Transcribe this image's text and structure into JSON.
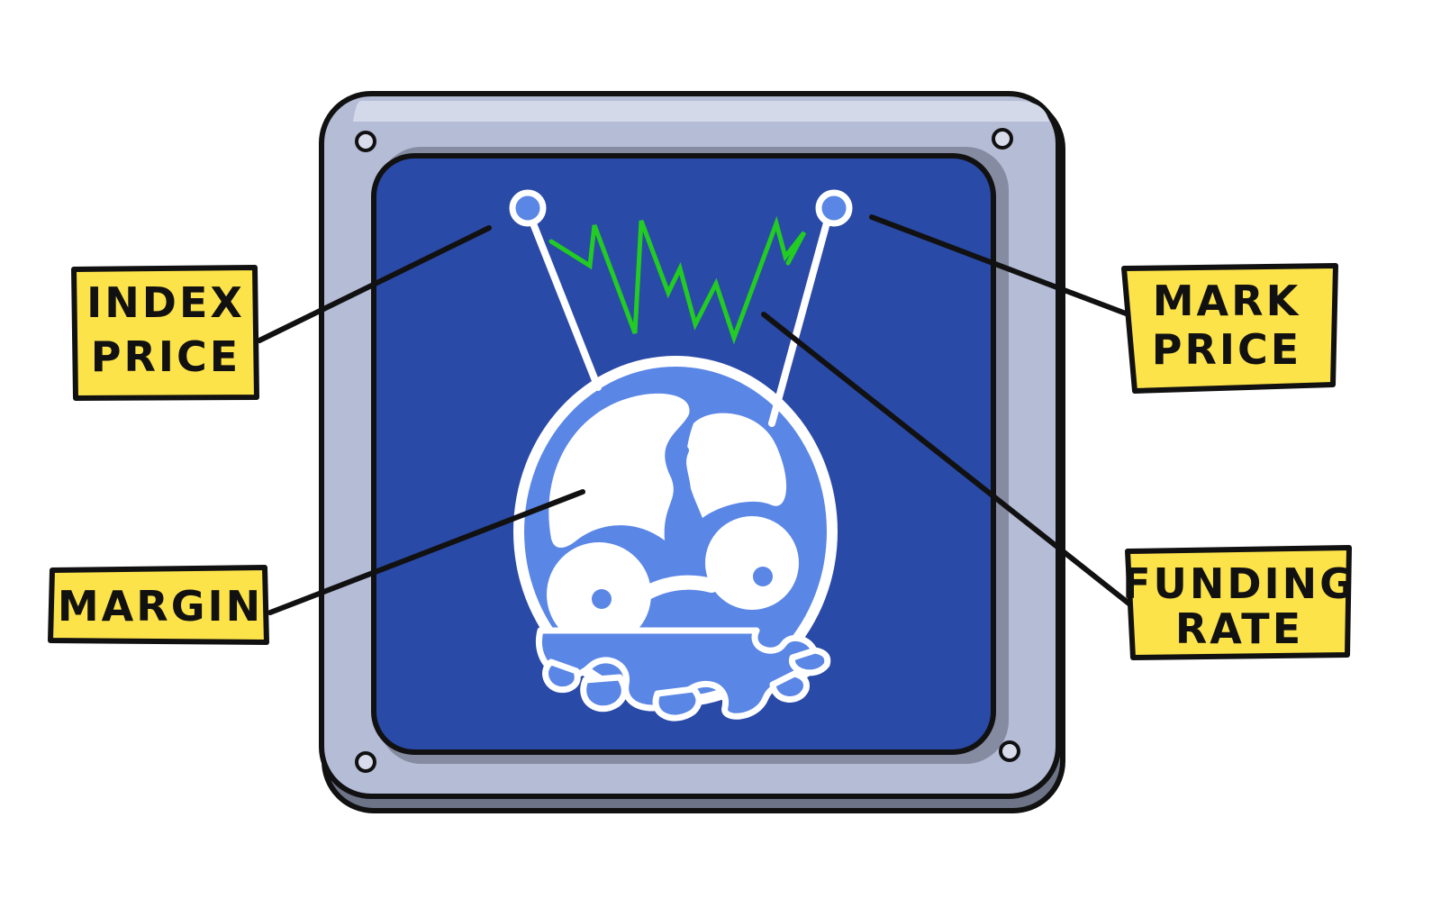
{
  "labels": {
    "index_price": {
      "line1": "INDEX",
      "line2": "PRICE"
    },
    "mark_price": {
      "line1": "MARK",
      "line2": "PRICE"
    },
    "margin": {
      "line1": "MARGIN"
    },
    "funding_rate": {
      "line1": "FUNDING",
      "line2": "RATE"
    }
  },
  "colors": {
    "label_fill": "#fde34a",
    "outline": "#111111",
    "frame_outer": "#b4bcd6",
    "frame_highlight": "#d4d9ea",
    "frame_shadow": "#8a90a4",
    "screen": "#2a4aa8",
    "mascot_blue": "#5a86e6",
    "mascot_white": "#ffffff",
    "waveform": "#22cc22"
  },
  "icons": {
    "mascot": "octopus-head-icon",
    "waveform": "price-waveform-icon",
    "screws": "screw-icon"
  }
}
